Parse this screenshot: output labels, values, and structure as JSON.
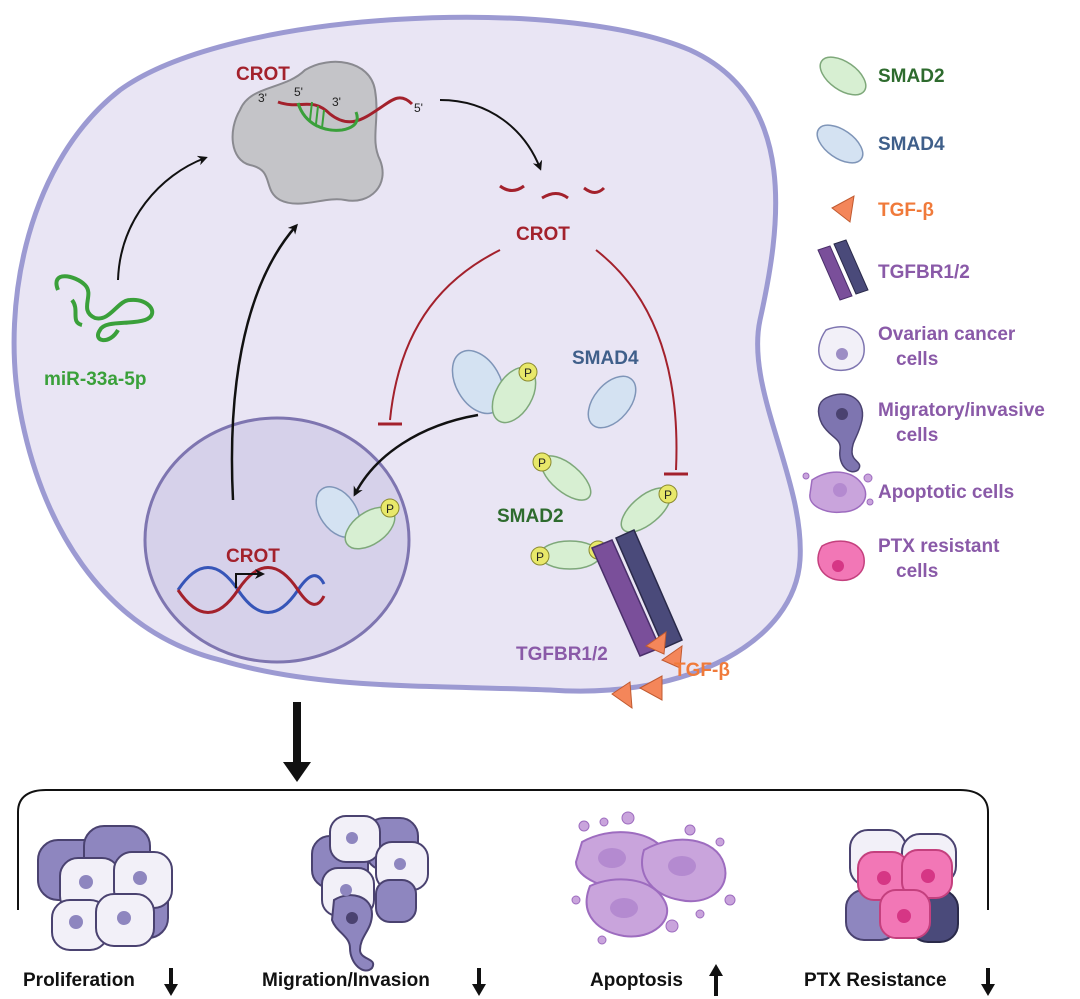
{
  "diagram": {
    "crot_top_label": "CROT",
    "mrna_3prime": "3'",
    "mrna_5prime": "5'",
    "mirna_5prime": "5'",
    "mirna_3prime": "3'",
    "crot_degraded_label": "CROT",
    "mirna_label": "miR-33a-5p",
    "smad4_label": "SMAD4",
    "smad2_label": "SMAD2",
    "gene_label": "CROT",
    "receptor_label": "TGFBR1/2",
    "ligand_label": "TGF-β",
    "phospho_mark": "P"
  },
  "legend": {
    "items": [
      {
        "label": "SMAD2",
        "color": "#2e6b2e"
      },
      {
        "label": "SMAD4",
        "color": "#3f5f8a"
      },
      {
        "label": "TGF-β",
        "color": "#f07a3a"
      },
      {
        "label": "TGFBR1/2",
        "color": "#8a5aa8"
      },
      {
        "label_line1": "Ovarian cancer",
        "label_line2": "cells",
        "color": "#8a5aa8"
      },
      {
        "label_line1": "Migratory/invasive",
        "label_line2": "cells",
        "color": "#8a5aa8"
      },
      {
        "label": "Apoptotic cells",
        "color": "#8a5aa8"
      },
      {
        "label_line1": "PTX resistant",
        "label_line2": "cells",
        "color": "#8a5aa8"
      }
    ]
  },
  "outcomes": [
    {
      "label": "Proliferation",
      "direction": "down"
    },
    {
      "label": "Migration/Invasion",
      "direction": "down"
    },
    {
      "label": "Apoptosis",
      "direction": "up"
    },
    {
      "label": "PTX Resistance",
      "direction": "down"
    }
  ],
  "colors": {
    "cell_fill": "#e9e5f4",
    "cell_stroke": "#9c9ad2",
    "crot_red": "#a3212c",
    "mirna_green": "#3aa03a",
    "smad2_fill": "#d7efd2",
    "smad4_fill": "#d4e2f2",
    "tgfb_orange": "#f4865a",
    "receptor_purple": "#7a4f9a",
    "receptor_navy": "#4a4a7a"
  }
}
